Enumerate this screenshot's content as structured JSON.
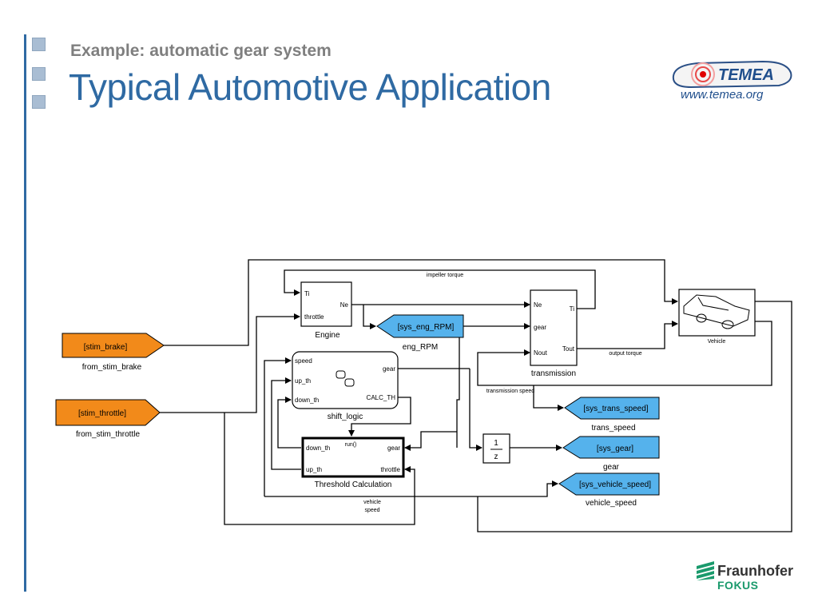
{
  "slide": {
    "subtitle": "Example: automatic gear system",
    "title": "Typical Automotive Application"
  },
  "logo": {
    "name": "TEMEA",
    "url": "www.temea.org"
  },
  "footer_logo": {
    "name": "Fraunhofer",
    "sub": "FOKUS"
  },
  "colors": {
    "accent": "#2f6aa3",
    "from_block": "#f28a1a",
    "goto_block": "#55b2ec"
  },
  "diagram": {
    "from_blocks": [
      {
        "tag": "[stim_brake]",
        "caption": "from_stim_brake"
      },
      {
        "tag": "[stim_throttle]",
        "caption": "from_stim_throttle"
      }
    ],
    "engine": {
      "name": "Engine",
      "in1": "Ti",
      "in2": "throttle",
      "out": "Ne"
    },
    "transmission": {
      "name": "transmission",
      "in1": "Ne",
      "in2": "gear",
      "in3": "Nout",
      "out1": "Ti",
      "out2": "Tout"
    },
    "vehicle": {
      "name": "Vehicle"
    },
    "shift_logic": {
      "name": "shift_logic",
      "in1": "speed",
      "in2": "up_th",
      "in3": "down_th",
      "out1": "gear",
      "out2": "CALC_TH"
    },
    "threshold": {
      "name": "Threshold Calculation",
      "trigger": "run()",
      "in1": "gear",
      "in2": "throttle",
      "out1": "down_th",
      "out2": "up_th"
    },
    "delay": {
      "num": "1",
      "den": "z"
    },
    "goto_blocks": [
      {
        "tag": "[sys_eng_RPM]",
        "caption": "eng_RPM"
      },
      {
        "tag": "[sys_trans_speed]",
        "caption": "trans_speed"
      },
      {
        "tag": "[sys_gear]",
        "caption": "gear"
      },
      {
        "tag": "[sys_vehicle_speed]",
        "caption": "vehicle_speed"
      }
    ],
    "signals": {
      "impeller": "impeller torque",
      "output": "output torque",
      "trans_speed": "transmission speed",
      "vehicle_speed_1": "vehicle",
      "vehicle_speed_2": "speed"
    }
  }
}
